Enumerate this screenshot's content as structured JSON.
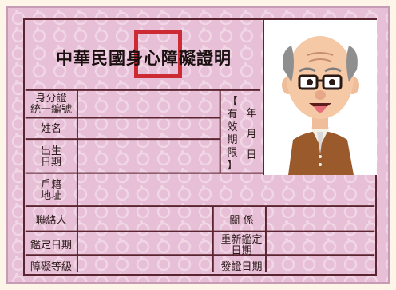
{
  "card": {
    "title": "中華民國身心障礙證明",
    "fields": {
      "id_number_line1": "身分證",
      "id_number_line2": "統一編號",
      "name": "姓名",
      "birth_line1": "出生",
      "birth_line2": "日期",
      "household_line1": "戶籍",
      "household_line2": "地址",
      "contact": "聯絡人",
      "relation": "關 係",
      "assessment_date": "鑑定日期",
      "reassessment_line1": "重新鑑定",
      "reassessment_line2": "日期",
      "disability_level": "障礙等級",
      "issue_date": "發證日期"
    },
    "validity": {
      "bracket_top": "【",
      "label": "有效期限",
      "bracket_bottom": "】",
      "year": "年",
      "month": "月",
      "day": "日"
    },
    "photo": {
      "description_icon": "elderly-man-with-glasses-icon"
    },
    "colors": {
      "card_background": "#e7bfd6",
      "border": "#5a2430",
      "stamp": "#cc2b33"
    }
  }
}
